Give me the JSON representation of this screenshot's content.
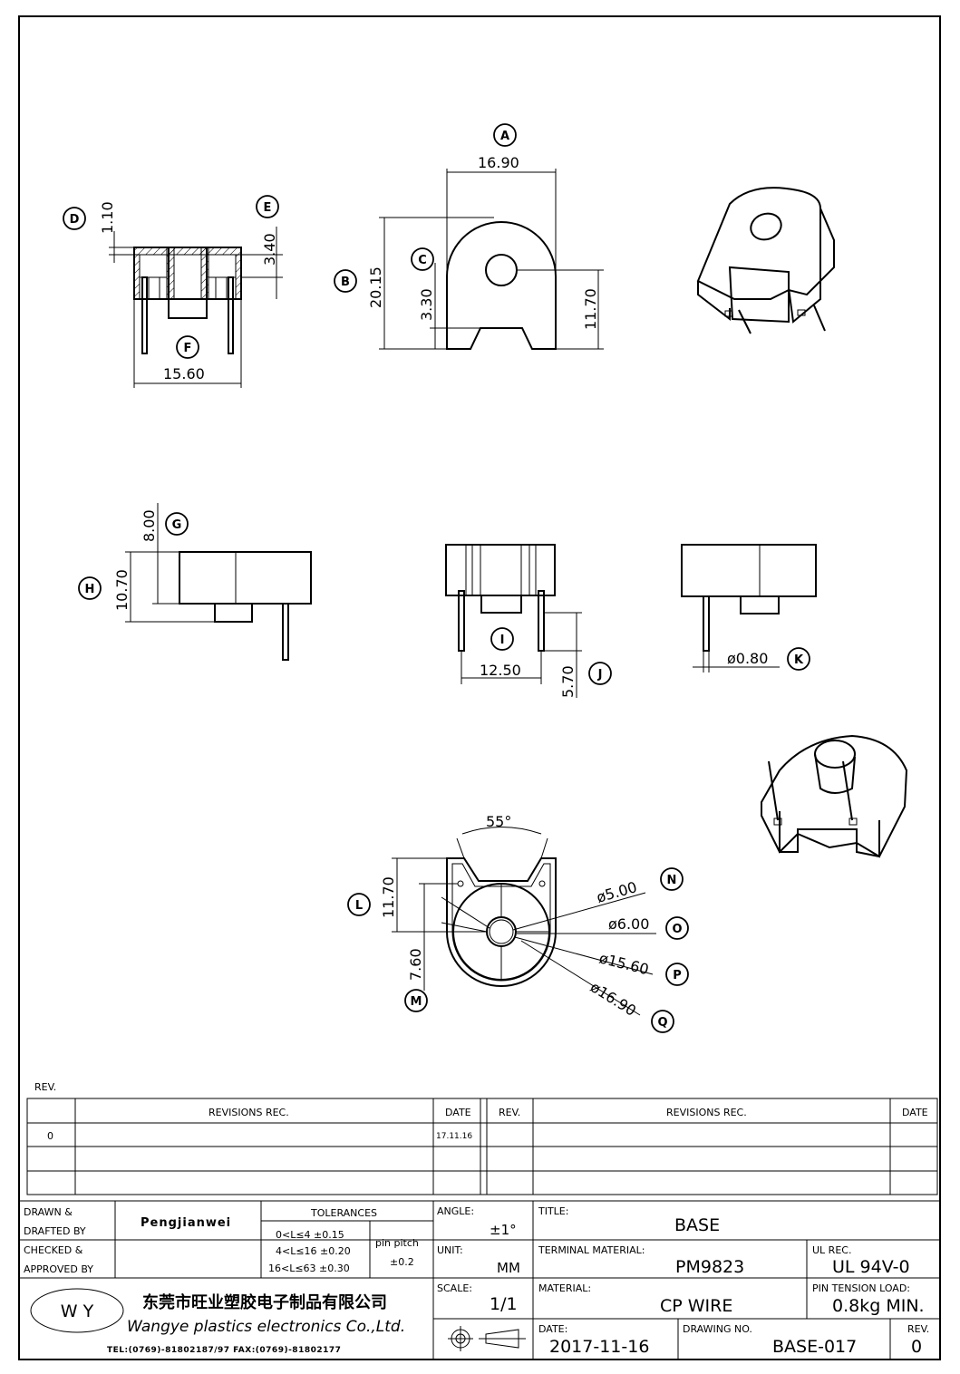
{
  "callouts": {
    "A": "A",
    "B": "B",
    "C": "C",
    "D": "D",
    "E": "E",
    "F": "F",
    "G": "G",
    "H": "H",
    "I": "I",
    "J": "J",
    "K": "K",
    "L": "L",
    "M": "M",
    "N": "N",
    "O": "O",
    "P": "P",
    "Q": "Q"
  },
  "dims": {
    "a": "16.90",
    "b": "20.15",
    "c": "3.30",
    "c2": "11.70",
    "d": "1.10",
    "e": "3.40",
    "f": "15.60",
    "g": "8.00",
    "h": "10.70",
    "i": "12.50",
    "j": "5.70",
    "k": "ø0.80",
    "l": "11.70",
    "m": "7.60",
    "n": "ø5.00",
    "o": "ø6.00",
    "p": "ø15.60",
    "q": "ø16.90",
    "angle": "55°"
  },
  "revisions": {
    "rev_label": "REV.",
    "left_header": "REVISIONS    REC.",
    "date_header": "DATE",
    "rev_header": "REV.",
    "right_header": "REVISIONS    REC.",
    "right_date_header": "DATE",
    "rows": [
      {
        "rev": "0",
        "date": "17.11.16"
      }
    ]
  },
  "title_block": {
    "drawn_label_1": "DRAWN  &",
    "drawn_label_2": "DRAFTED  BY",
    "drawn_by": "Pengjianwei",
    "checked_label_1": "CHECKED  &",
    "checked_label_2": "APPROVED  BY",
    "tolerances_label": "TOLERANCES",
    "tol_1": "0<L≤4    ±0.15",
    "tol_2": "4<L≤16  ±0.20",
    "tol_3": "16<L≤63  ±0.30",
    "pin_pitch_label": "pin  pitch",
    "pin_pitch_value": "±0.2",
    "angle_label": "ANGLE:",
    "angle_value": "±1°",
    "unit_label": "UNIT:",
    "unit_value": "MM",
    "scale_label": "SCALE:",
    "scale_value": "1/1",
    "title_label": "TITLE:",
    "title_value": "BASE",
    "terminal_material_label": "TERMINAL  MATERIAL:",
    "terminal_material_value": "PM9823",
    "ul_rec_label": "UL  REC.",
    "ul_rec_value": "UL  94V-0",
    "material_label": "MATERIAL:",
    "material_value": "CP  WIRE",
    "pin_tension_label": "PIN  TENSION  LOAD:",
    "pin_tension_value": "0.8kg  MIN.",
    "date_label": "DATE:",
    "date_value": "2017-11-16",
    "drawing_no_label": "DRAWING  NO.",
    "drawing_no_value": "BASE-017",
    "rev_label": "REV.",
    "rev_value": "0"
  },
  "company": {
    "logo_letters": "W Y",
    "name_cn": "东莞市旺业塑胶电子制品有限公司",
    "name_en": "Wangye  plastics  electronics  Co.,Ltd.",
    "contact": "TEL:(0769)-81802187/97   FAX:(0769)-81802177"
  }
}
